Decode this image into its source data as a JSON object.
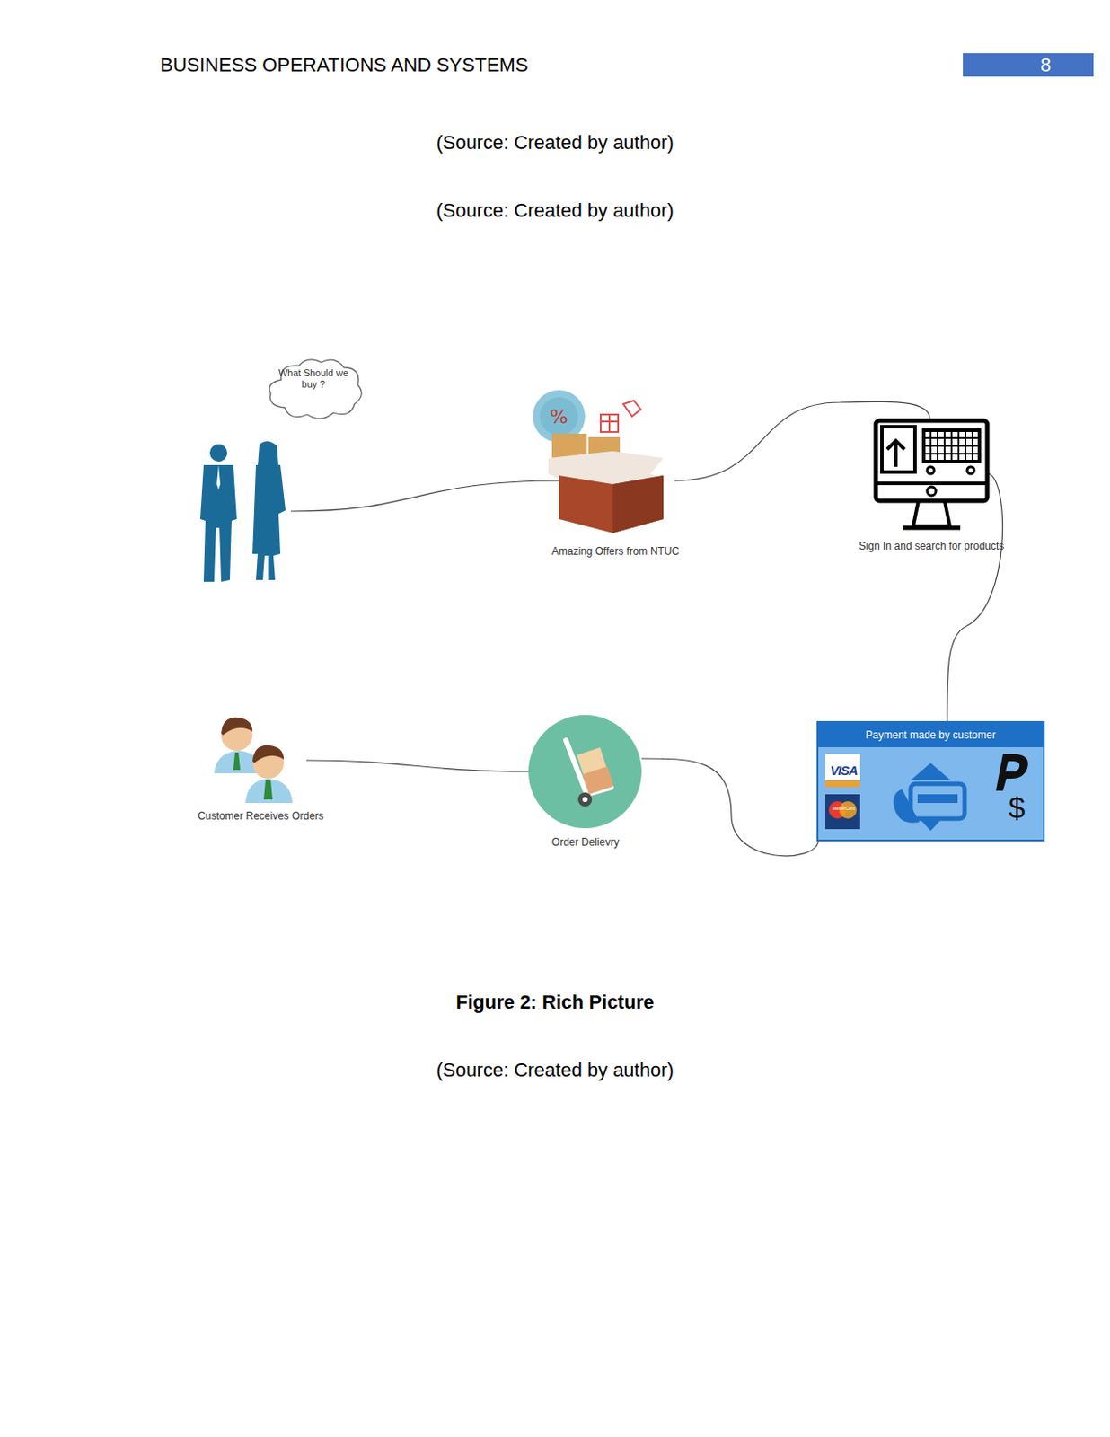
{
  "diagram": {
    "caption": "Figure 2: Rich Picture",
    "nodes": [
      {
        "text": [
          "What Should we buy ?"
        ]
      },
      {
        "text": [
          "Amazing Offers from NTUC"
        ]
      },
      {
        "text": [
          "Sign In and search for products"
        ]
      },
      {
        "text": [
          "Payment made by customer"
        ]
      },
      {
        "text": [
          "Order Delievry"
        ]
      },
      {
        "text": [
          "Customer Receives Orders"
        ]
      }
    ],
    "edges": [
      {
        "from": 0,
        "to": 1,
        "arrow": "none"
      },
      {
        "from": 1,
        "to": 2,
        "arrow": "none"
      },
      {
        "from": 2,
        "to": 3,
        "arrow": "none"
      },
      {
        "from": 3,
        "to": 4,
        "arrow": "none"
      },
      {
        "from": 4,
        "to": 5,
        "arrow": "none"
      }
    ],
    "labels": [
      "BUSINESS OPERATIONS AND SYSTEMS",
      "8",
      "(Source: Created by author)",
      "(Source: Created by author)",
      "(Source: Created by author)",
      "VISA",
      "MasterCard",
      "$"
    ]
  }
}
